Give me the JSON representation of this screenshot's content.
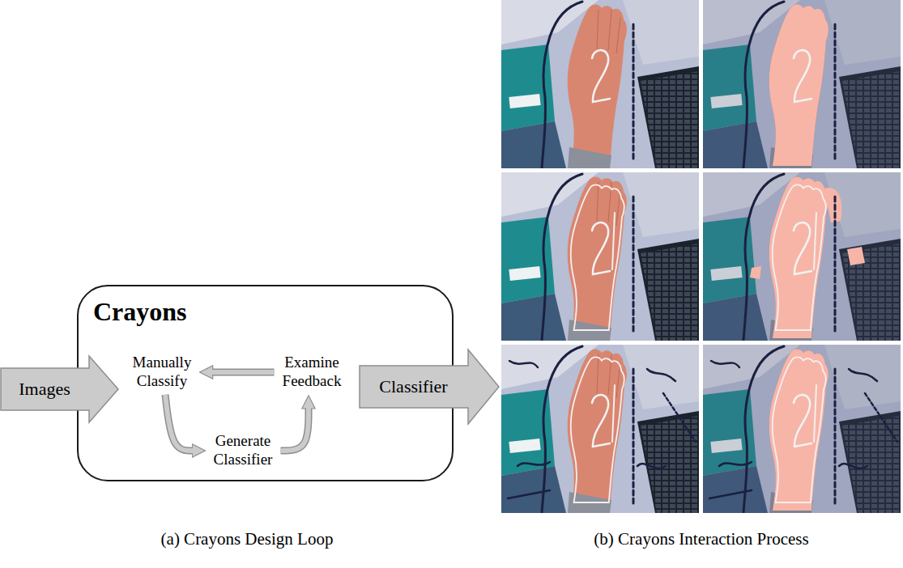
{
  "diagram": {
    "nodes": [
      {
        "text": [
          "Images"
        ]
      },
      {
        "text": [
          "Crayons"
        ]
      },
      {
        "text": [
          "Manually Classify"
        ],
        "in": 1
      },
      {
        "text": [
          "Examine Feedback"
        ],
        "in": 1
      },
      {
        "text": [
          "Generate Classifier"
        ],
        "in": 1
      },
      {
        "text": [
          "Classifier"
        ]
      }
    ],
    "edges": [
      {
        "from": 3,
        "to": 2,
        "arrow": "to"
      },
      {
        "from": 2,
        "to": 4,
        "arrow": "to"
      },
      {
        "from": 4,
        "to": 3,
        "arrow": "to"
      }
    ],
    "labels": [
      "(a) Crayons Design Loop",
      "(b) Crayons Interaction Process"
    ]
  }
}
